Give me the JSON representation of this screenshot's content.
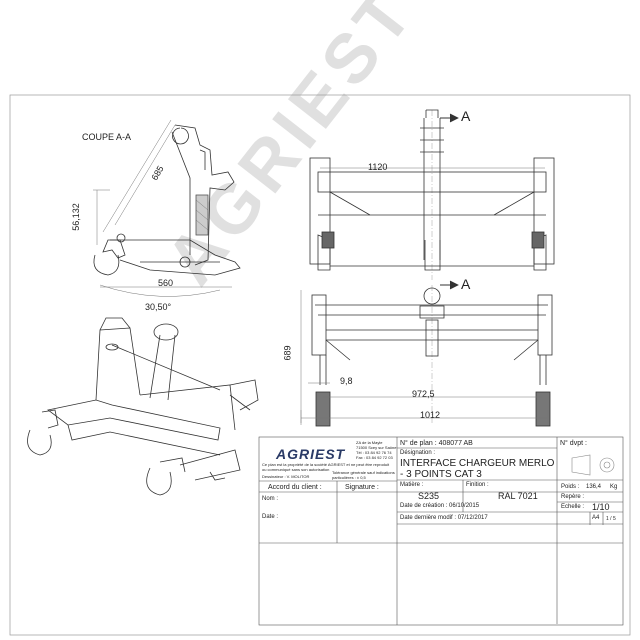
{
  "watermark": "AGRIEST",
  "section": {
    "coupe_label": "COUPE A-A",
    "dim_685": "685",
    "dim_56132": "56,132",
    "dim_560": "560",
    "dim_3050": "30,50°"
  },
  "top_view": {
    "marker_a": "A",
    "dim_1120": "1120"
  },
  "front_view": {
    "marker_a": "A",
    "dim_689": "689",
    "dim_98": "9,8",
    "dim_9725": "972,5",
    "dim_1012": "1012"
  },
  "title_block": {
    "brand": "AGRIEST",
    "address": [
      "ZA de la Mayle",
      "71500 Scey sur Saône",
      "Tél : 03 84 92 76 74",
      "Fax : 03 84 92 72 03"
    ],
    "property_note": "Ce plan est la propriété de la société AGRIEST et ne peut être reproduit ou communiqué sans son autorisation",
    "designer": "Dessinateur : V. MOLITOR",
    "tolerance": "Tolérance générale sauf indications particulières : ± 0,5",
    "plan_no": "N° de plan : 408077 AB",
    "dvpt_no": "N° dvpt :",
    "designation_label": "Désignation :",
    "designation_1": "INTERFACE CHARGEUR MERLO",
    "designation_2": "- 3 POINTS CAT 3",
    "accord_label": "Accord du client :",
    "signature_label": "Signature :",
    "nom_label": "Nom :",
    "date_label": "Date :",
    "matiere_label": "Matière :",
    "matiere_value": "S235",
    "finition_label": "Finition :",
    "finition_value": "RAL 7021",
    "poids_label": "Poids :",
    "poids_value": "136,4",
    "poids_unit": "Kg",
    "repere_label": "Repère :",
    "echelle_label": "Echelle :",
    "echelle_value": "1/10",
    "creation": "Date de création : 06/10/2015",
    "modif": "Date dernière modif : 07/12/2017",
    "format": "A4",
    "sheet": "1 / 5"
  }
}
